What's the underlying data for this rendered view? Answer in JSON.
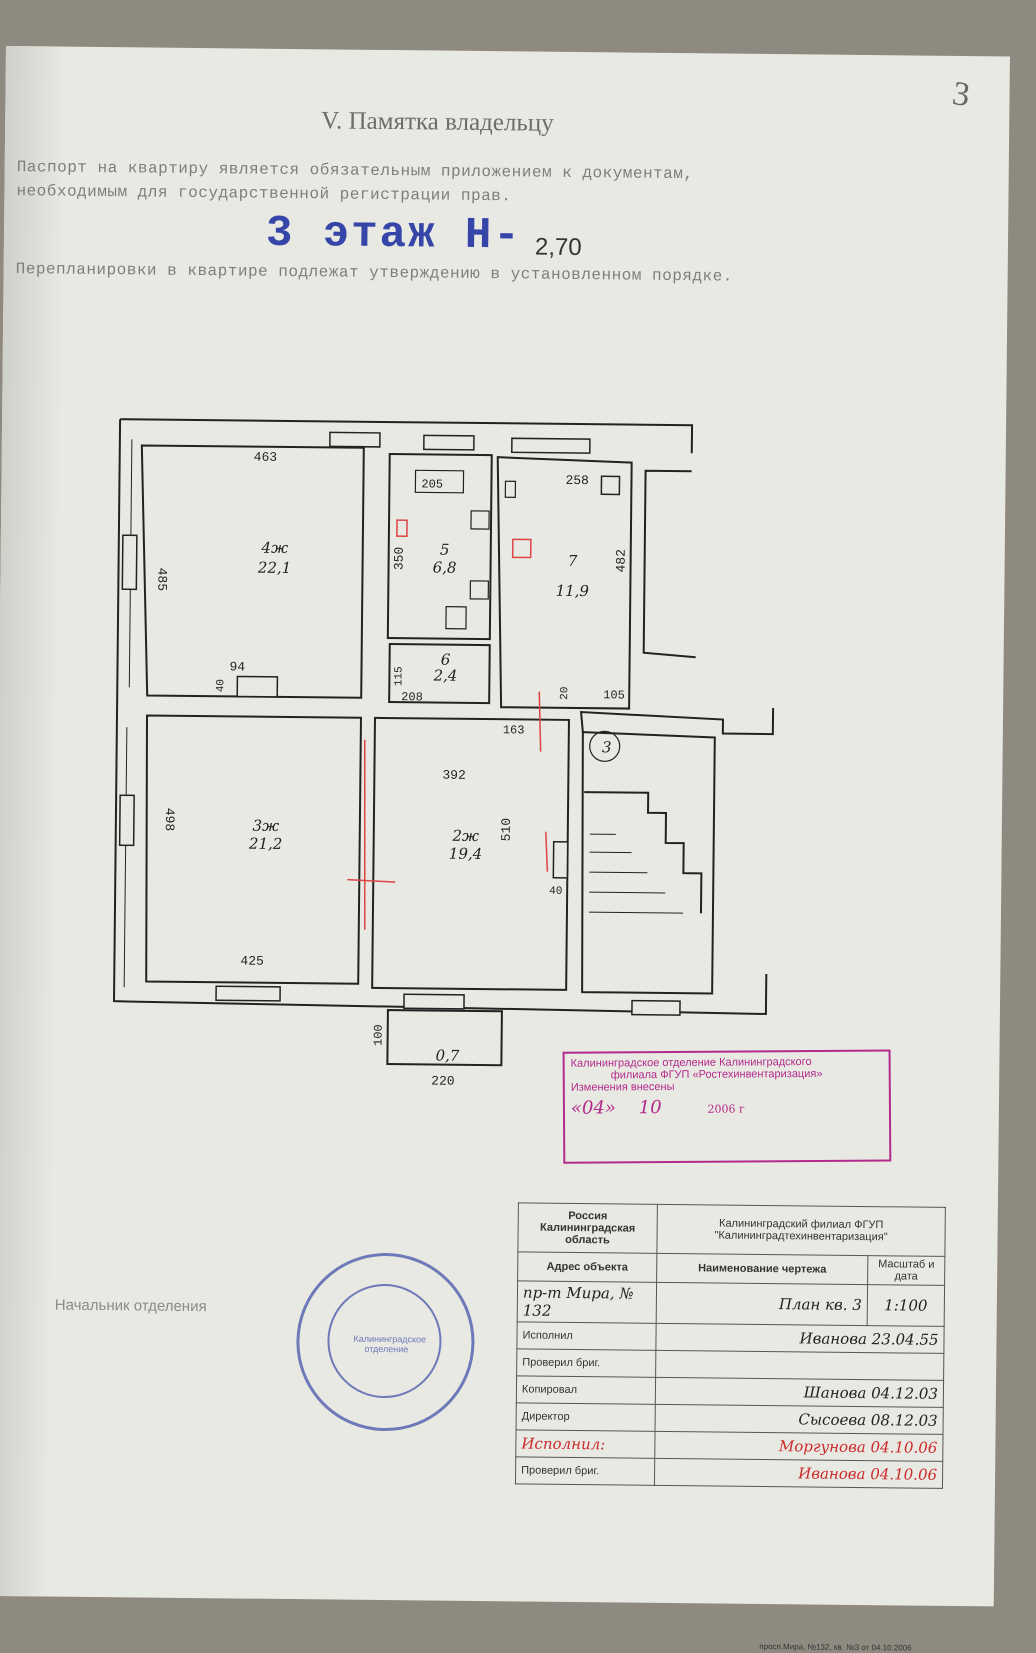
{
  "page_number": "3",
  "section_title": "V. Памятка владельцу",
  "text_lines": [
    "Паспорт на квартиру является обязательным приложением к документам,",
    "необходимым для государственной регистрации прав.",
    "Перепланировки в квартире подлежат утверждению в установленном порядке."
  ],
  "floor_label": "3 этаж Н-",
  "ceiling_height": "2,70",
  "plan": {
    "dims": [
      "463",
      "485",
      "94",
      "40",
      "205",
      "350",
      "258",
      "482",
      "115",
      "208",
      "20",
      "105",
      "163",
      "392",
      "510",
      "40",
      "498",
      "425",
      "100",
      "220"
    ],
    "rooms": [
      {
        "label": "4ж",
        "area": "22,1"
      },
      {
        "label": "5",
        "area": "6,8"
      },
      {
        "label": "7",
        "area": "11,9"
      },
      {
        "label": "6",
        "area": "2,4"
      },
      {
        "label": "3ж",
        "area": "21,2"
      },
      {
        "label": "2ж",
        "area": "19,4"
      },
      {
        "label": "",
        "area": "0,7"
      }
    ],
    "stair_number": "3"
  },
  "stamp_rect": {
    "lines": [
      "Калининградское отделение Калининградского",
      "филиала ФГУП «Ростехинвентаризация»",
      "Изменения внесены"
    ],
    "day": "04",
    "month": "10",
    "year": "2006 г"
  },
  "chief_label": "Начальник отделения",
  "seal_text": "Калининградское отделение",
  "title_block": {
    "region": "Россия Калининградская область",
    "org": "Калининградский филиал ФГУП \"Калининградтехинвентаризация\"",
    "address_header": "Адрес объекта",
    "drawing_header": "Наименование чертежа",
    "scale_header": "Масштаб и дата",
    "address": "пр-т Мира, № 132",
    "drawing": "План кв. 3",
    "scale": "1:100",
    "rows": [
      {
        "label": "Исполнил",
        "value": "Иванова 23.04.55"
      },
      {
        "label": "Проверил бриг.",
        "value": ""
      },
      {
        "label": "Копировал",
        "value": "Шанова 04.12.03"
      },
      {
        "label": "Директор",
        "value": "Сысоева 08.12.03"
      },
      {
        "label": "Исполнил:",
        "value": "Моргунова 04.10.06"
      },
      {
        "label": "Проверил бриг.",
        "value": "Иванова 04.10.06"
      }
    ]
  },
  "footer": "просп.Мира, №132, кв. №3  от 04.10.2006"
}
